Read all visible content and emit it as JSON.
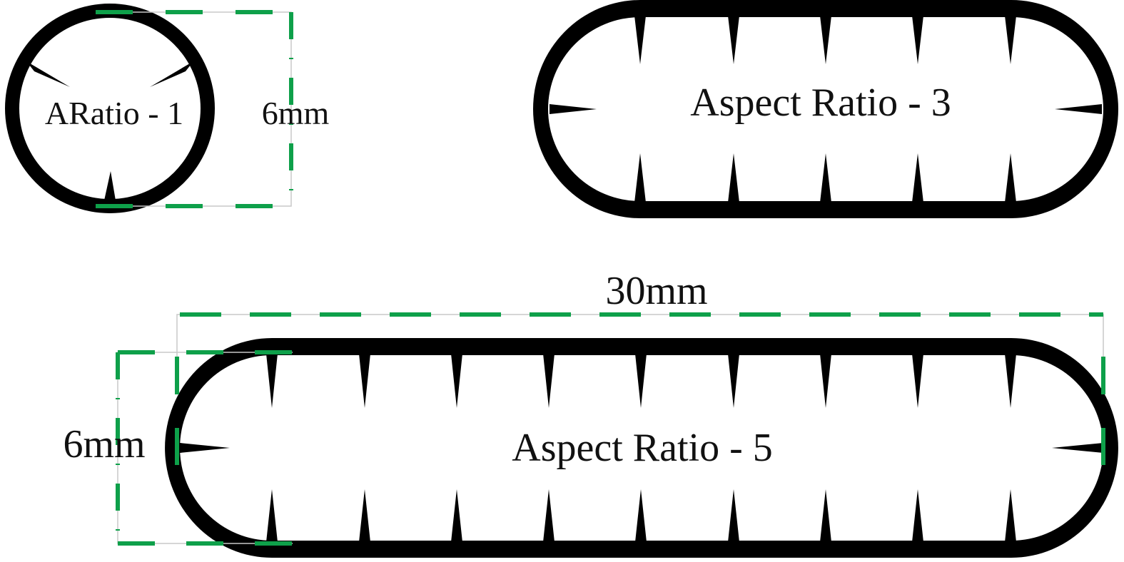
{
  "shapes": [
    {
      "label": "ARatio - 1"
    },
    {
      "label": "Aspect Ratio - 3"
    },
    {
      "label": "Aspect Ratio - 5"
    }
  ],
  "dimensions": {
    "circle_height": "6mm",
    "oval_length": "30mm",
    "oval_height": "6mm"
  },
  "colors": {
    "outline": "#000000",
    "dimension_line": "#0ea04a",
    "extension_line": "#c8c8c8"
  }
}
